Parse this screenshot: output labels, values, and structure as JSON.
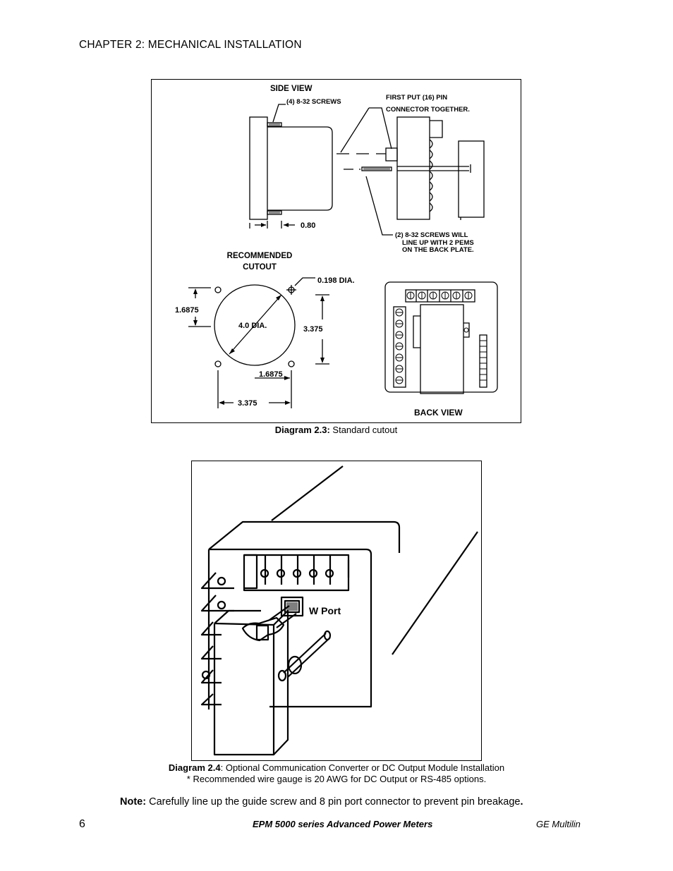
{
  "header": {
    "chapter": "CHAPTER 2: MECHANICAL INSTALLATION"
  },
  "diagram1": {
    "labels": {
      "side_view": "SIDE VIEW",
      "screws_top": "(4) 8-32 SCREWS",
      "first_put_1": "FIRST PUT (16) PIN",
      "first_put_2": "CONNECTOR TOGETHER.",
      "dim_080": "0.80",
      "screws_bottom_1": "(2) 8-32 SCREWS WILL",
      "screws_bottom_2": "LINE UP WITH 2 PEMS",
      "screws_bottom_3": "ON THE BACK PLATE.",
      "recommended_1": "RECOMMENDED",
      "recommended_2": "CUTOUT",
      "dia_0198": "0.198 DIA.",
      "dim_16875_left": "1.6875",
      "dia_40": "4.0 DIA.",
      "dim_3375_right": "3.375",
      "dim_16875_bottom": "1.6875",
      "dim_3375_bottom": "3.375",
      "back_view": "BACK VIEW"
    },
    "caption_label": "Diagram 2.3:",
    "caption_text": " Standard cutout"
  },
  "diagram2": {
    "labels": {
      "w_port": "W Port"
    },
    "caption_label": "Diagram 2.4",
    "caption_text": ": Optional Communication Converter or DC Output Module Installation",
    "caption_note": "* Recommended wire gauge is 20 AWG for DC Output or RS-485 options."
  },
  "note": {
    "label": "Note:",
    "text": " Carefully line up the guide screw and 8 pin port connector to prevent pin breakage",
    "end": "."
  },
  "footer": {
    "page_number": "6",
    "title": "EPM 5000 series Advanced Power Meters",
    "brand": "GE Multilin"
  }
}
